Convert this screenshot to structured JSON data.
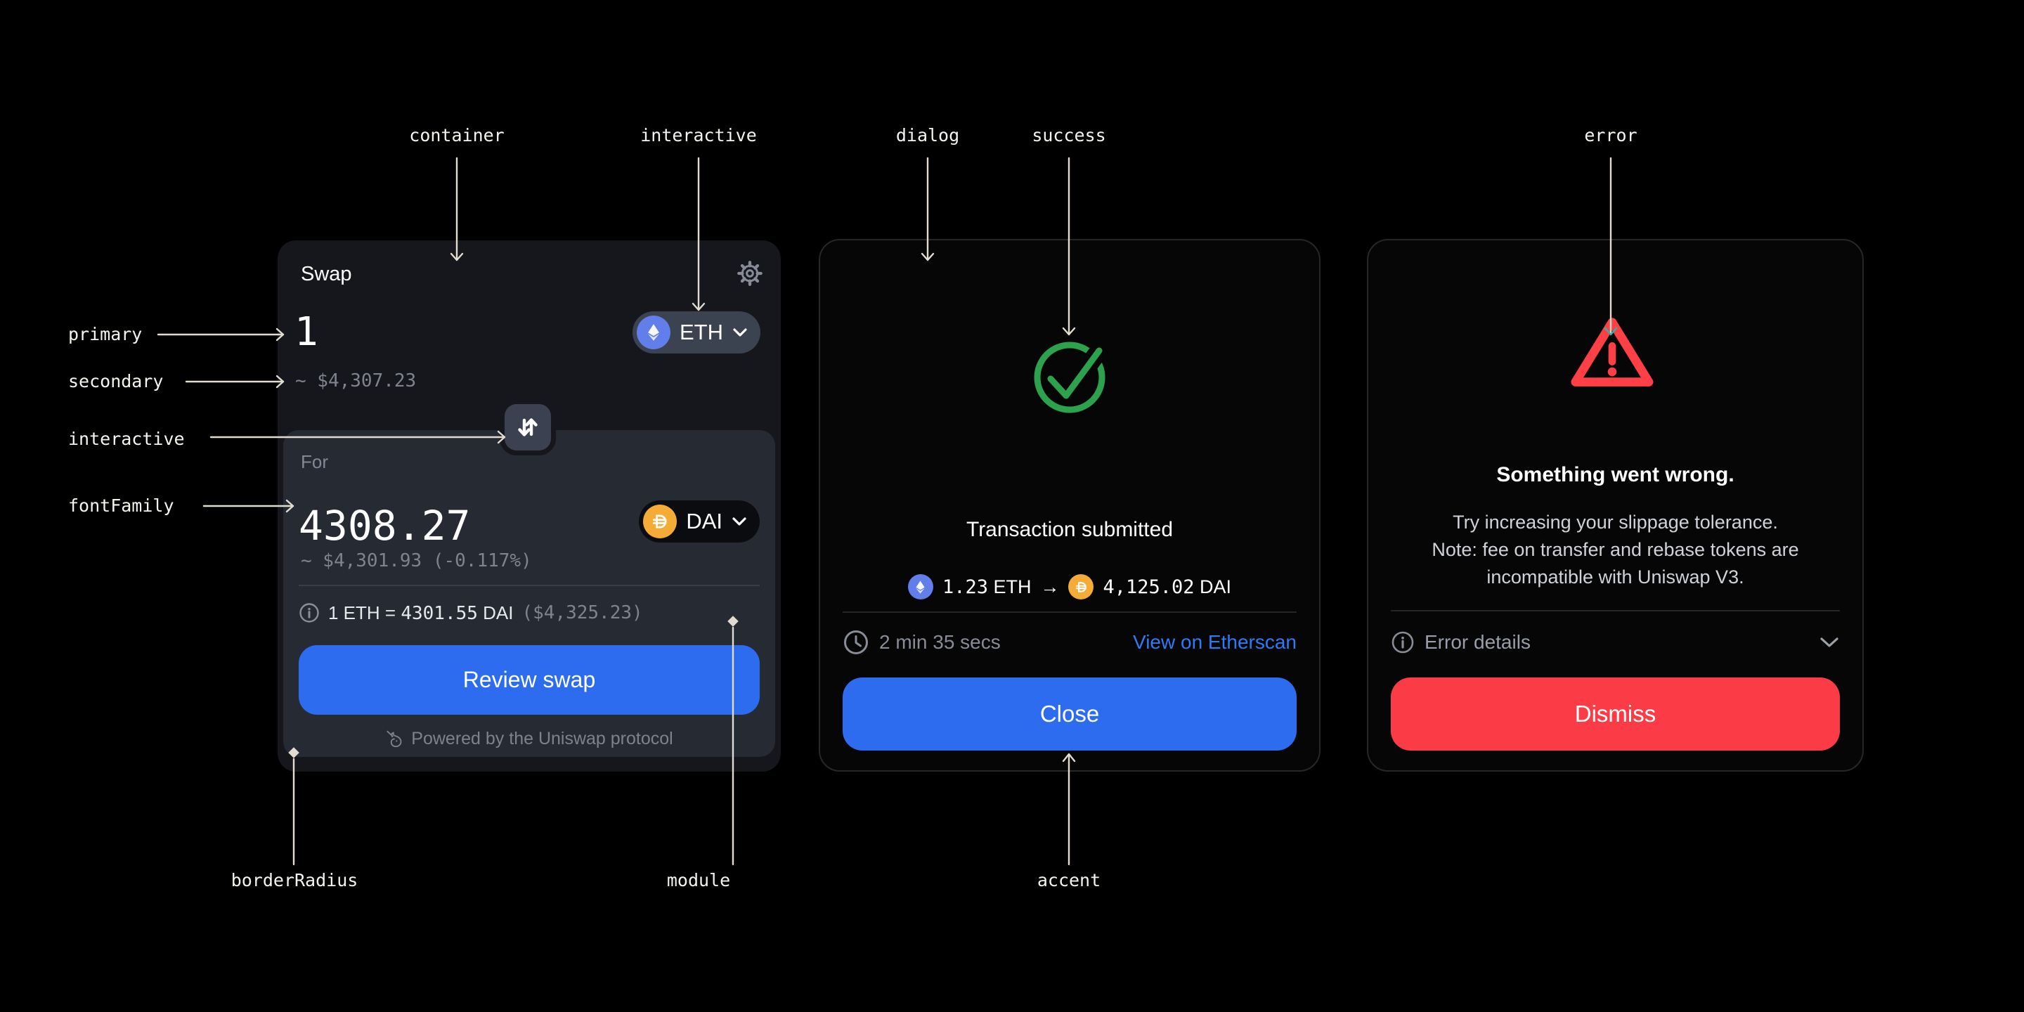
{
  "colors": {
    "background": "#000000",
    "container": "#16171C",
    "module": "#262A32",
    "interactive": "#3C4350",
    "accent": "#2E6CEF",
    "success": "#2CA24C",
    "error": "#FB3B45",
    "primary_text": "#FFFFFF",
    "secondary_text": "#7E838E",
    "dialog_bg": "#060607",
    "dialog_border": "#26262B",
    "link": "#2E7BF6",
    "annotation_line": "#e2dccf"
  },
  "annotations": {
    "top": [
      {
        "label": "container"
      },
      {
        "label": "interactive"
      },
      {
        "label": "dialog"
      },
      {
        "label": "success"
      },
      {
        "label": "error"
      }
    ],
    "left": [
      {
        "label": "primary"
      },
      {
        "label": "secondary"
      },
      {
        "label": "interactive"
      },
      {
        "label": "fontFamily"
      }
    ],
    "bottom": [
      {
        "label": "borderRadius"
      },
      {
        "label": "module"
      },
      {
        "label": "accent"
      }
    ]
  },
  "swap_card": {
    "title": "Swap",
    "input": {
      "amount": "1",
      "usd": "~ $4,307.23",
      "token": "ETH"
    },
    "output": {
      "label": "For",
      "amount": "4308.27",
      "usd": "~ $4,301.93 (-0.117%)",
      "token": "DAI"
    },
    "rate": {
      "prefix": "1 ETH = ",
      "value": "4301.55",
      "suffix": " DAI",
      "usd": "($4,325.23)"
    },
    "review_button": "Review swap",
    "footer": "Powered by the Uniswap protocol"
  },
  "dialog_card": {
    "title": "Transaction submitted",
    "tx": {
      "from_amount": "1.23",
      "from_token": "ETH",
      "arrow": "→",
      "to_amount": "4,125.02",
      "to_token": "DAI"
    },
    "time": "2 min 35 secs",
    "link": "View on Etherscan",
    "close_button": "Close"
  },
  "error_card": {
    "title": "Something went wrong.",
    "body_lines": [
      "Try increasing your slippage tolerance.",
      "Note: fee on transfer and rebase tokens are",
      "incompatible with Uniswap V3."
    ],
    "details_label": "Error details",
    "dismiss_button": "Dismiss"
  }
}
